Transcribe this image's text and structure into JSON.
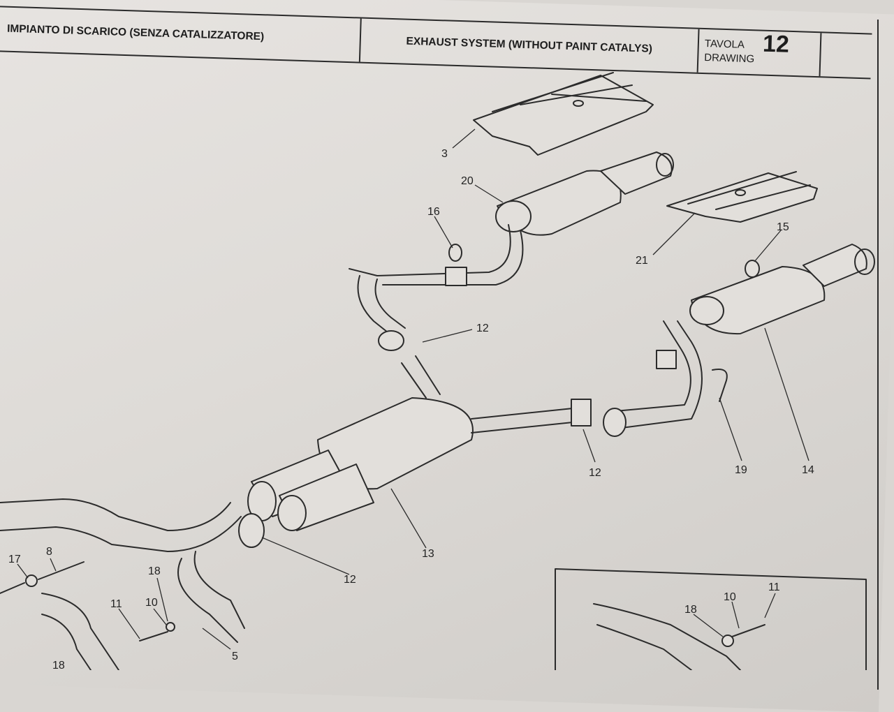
{
  "header": {
    "title_it": "IMPIANTO DI SCARICO (SENZA CATALIZZATORE)",
    "title_en": "EXHAUST SYSTEM (WITHOUT PAINT CATALYS)",
    "tavola": "TAVOLA",
    "drawing": "DRAWING",
    "number": "12"
  },
  "callouts": [
    {
      "id": "c3",
      "text": "3"
    },
    {
      "id": "c20",
      "text": "20"
    },
    {
      "id": "c16",
      "text": "16"
    },
    {
      "id": "c21",
      "text": "21"
    },
    {
      "id": "c15",
      "text": "15"
    },
    {
      "id": "c12a",
      "text": "12"
    },
    {
      "id": "c12b",
      "text": "12"
    },
    {
      "id": "c12c",
      "text": "12"
    },
    {
      "id": "c13",
      "text": "13"
    },
    {
      "id": "c19",
      "text": "19"
    },
    {
      "id": "c14",
      "text": "14"
    },
    {
      "id": "c17",
      "text": "17"
    },
    {
      "id": "c8",
      "text": "8"
    },
    {
      "id": "c18a",
      "text": "18"
    },
    {
      "id": "c11a",
      "text": "11"
    },
    {
      "id": "c10a",
      "text": "10"
    },
    {
      "id": "c5",
      "text": "5"
    },
    {
      "id": "c18b",
      "text": "18"
    },
    {
      "id": "c10b",
      "text": "10"
    },
    {
      "id": "c11b",
      "text": "11"
    },
    {
      "id": "c18c",
      "text": "18"
    }
  ]
}
